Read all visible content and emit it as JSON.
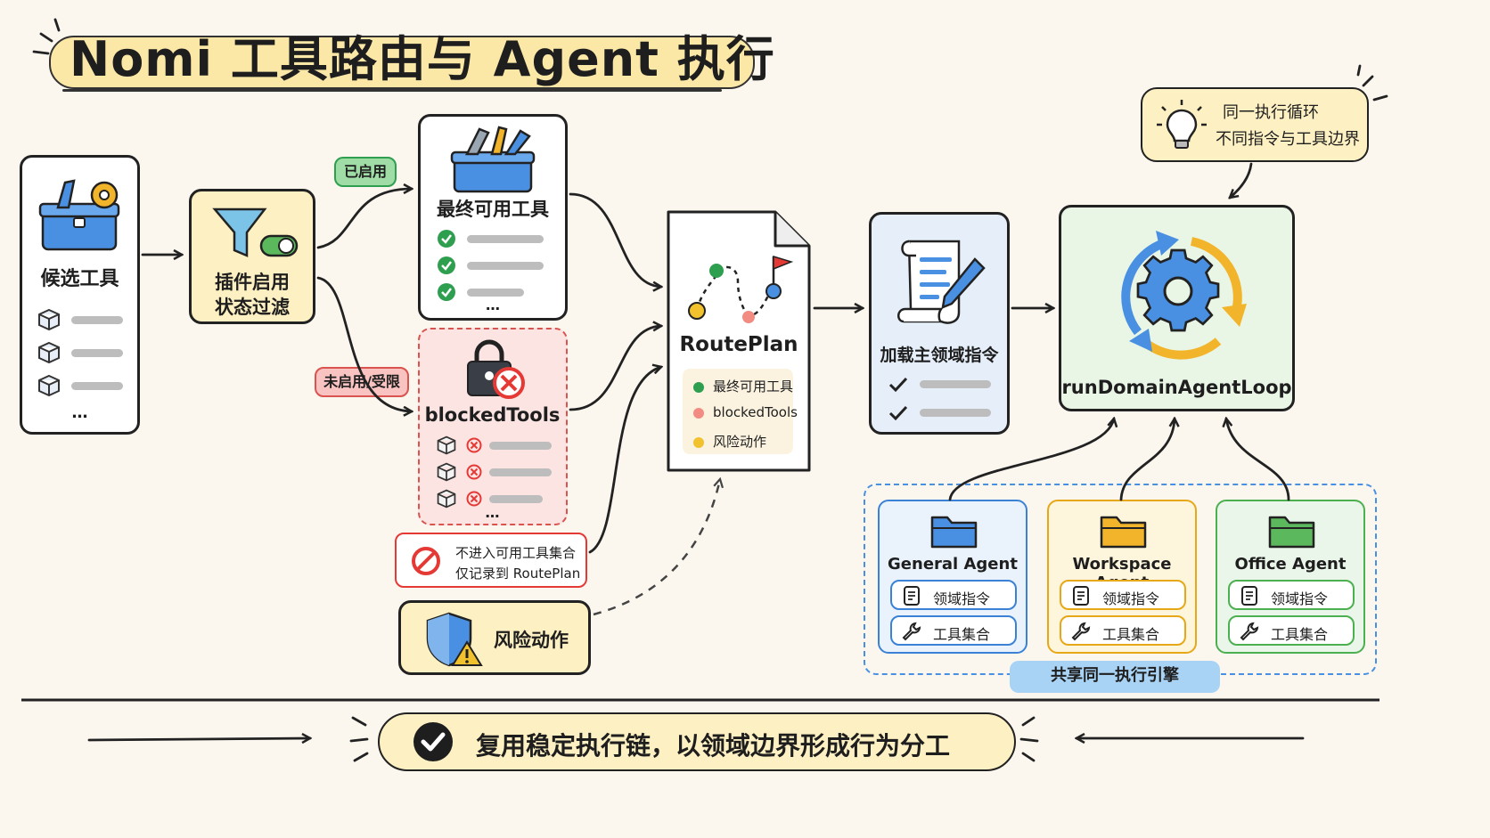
{
  "title": "Nomi 工具路由与 Agent 执行",
  "candidate": {
    "label": "候选工具",
    "more": "…"
  },
  "filter": {
    "line1": "插件启用",
    "line2": "状态过滤"
  },
  "enabled_tag": "已启用",
  "disabled_tag": "未启用/受限",
  "final_tools": {
    "label": "最终可用工具",
    "more": "…"
  },
  "blocked": {
    "label": "blockedTools",
    "more": "…"
  },
  "not_enter_note": {
    "line1": "不进入可用工具集合",
    "line2": "仅记录到 RoutePlan"
  },
  "risk": {
    "label": "风险动作"
  },
  "routeplan": {
    "label": "RoutePlan",
    "legend": [
      "最终可用工具",
      "blockedTools",
      "风险动作"
    ]
  },
  "load_directive": {
    "label": "加载主领域指令"
  },
  "loop": {
    "label": "runDomainAgentLoop"
  },
  "tip": {
    "line1": "同一执行循环",
    "line2": "不同指令与工具边界"
  },
  "agents": [
    {
      "name": "General Agent",
      "directive": "领域指令",
      "tools": "工具集合",
      "color": "#3b82d6",
      "bg": "#eaf3fc",
      "folder": "#4a90e2"
    },
    {
      "name": "Workspace Agent",
      "directive": "领域指令",
      "tools": "工具集合",
      "color": "#e6a817",
      "bg": "#fdf5dc",
      "folder": "#f2b42a"
    },
    {
      "name": "Office Agent",
      "directive": "领域指令",
      "tools": "工具集合",
      "color": "#4caf50",
      "bg": "#eaf6ea",
      "folder": "#5cb85c"
    }
  ],
  "shared_engine": "共享同一执行引擎",
  "footer": "复用稳定执行链，以领域边界形成行为分工",
  "colors": {
    "accent_yellow": "#fdf0c2",
    "green": "#2e9e4f",
    "red": "#e53935",
    "blue": "#3b82d6"
  }
}
